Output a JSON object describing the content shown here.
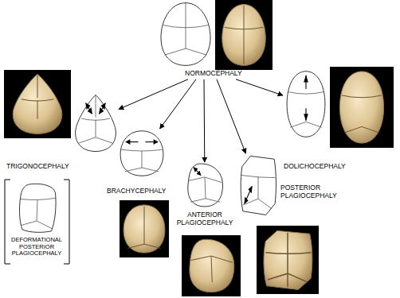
{
  "diagram": {
    "nodes": [
      {
        "text": [
          "NORMOCEPHALY"
        ]
      },
      {
        "text": [
          "TRIGONOCEPHALY"
        ]
      },
      {
        "text": [
          "DOLICHOCEPHALY"
        ]
      },
      {
        "text": [
          "BRACHYCEPHALY"
        ]
      },
      {
        "text": [
          "ANTERIOR PLAGIOCEPHALY"
        ]
      },
      {
        "text": [
          "POSTERIOR PLAGIOCEPHALY"
        ]
      },
      {
        "text": [
          "DEFORMATIONAL POSTERIOR PLAGIOCEPHALY"
        ]
      }
    ],
    "edges": [
      {
        "from": 0,
        "to": 1,
        "arrow": "to"
      },
      {
        "from": 0,
        "to": 3,
        "arrow": "to"
      },
      {
        "from": 0,
        "to": 4,
        "arrow": "to"
      },
      {
        "from": 0,
        "to": 5,
        "arrow": "to"
      },
      {
        "from": 0,
        "to": 2,
        "arrow": "to"
      }
    ]
  }
}
